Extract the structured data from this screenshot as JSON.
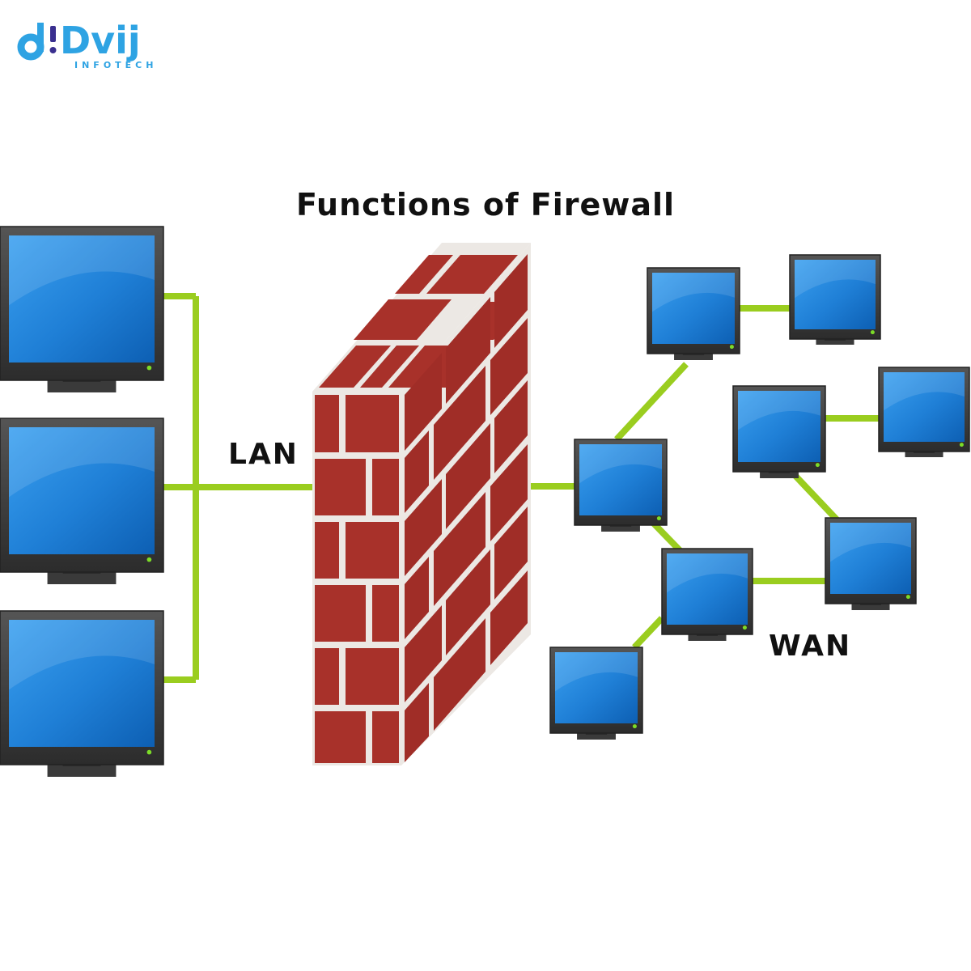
{
  "logo": {
    "brand": "Dvij",
    "tagline": "INFOTECH",
    "color": "#2ea3e3",
    "accent": "#3a2f8f"
  },
  "title": "Functions of Firewall",
  "labels": {
    "lan": "LAN",
    "wan": "WAN"
  },
  "colors": {
    "cable": "#9acd1f",
    "brick": "#a8312a",
    "brick_side": "#a02d27",
    "mortar": "#ece8e4",
    "screen": "#1a73c8",
    "bezel": "#3d3d3d",
    "power_led": "#7cdc28"
  },
  "nodes": {
    "lan_computers": 3,
    "wan_computers": 8
  }
}
